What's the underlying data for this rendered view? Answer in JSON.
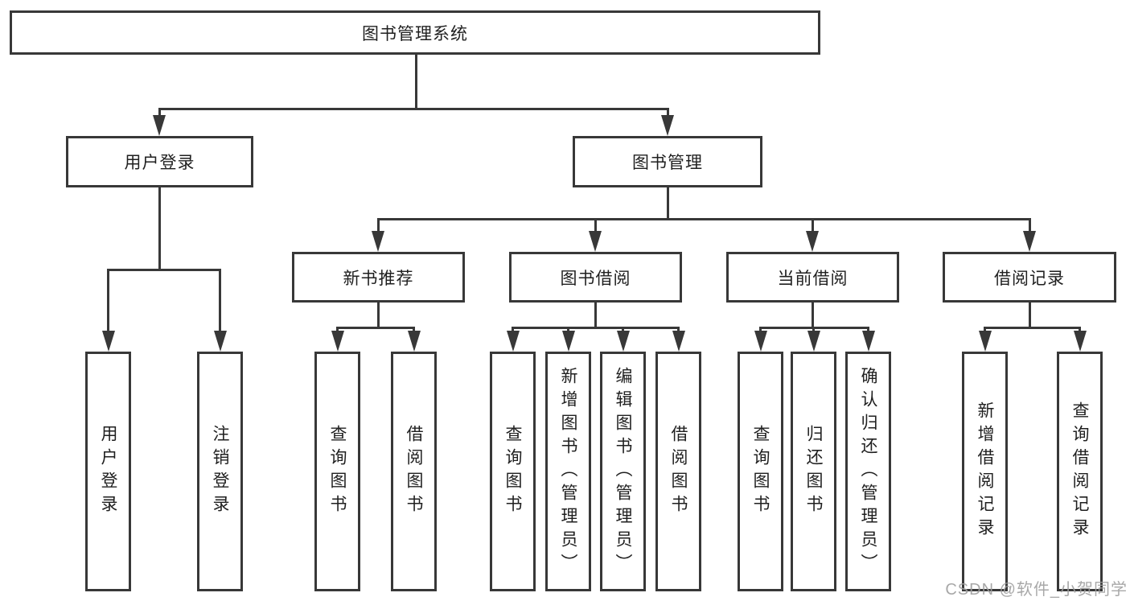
{
  "diagram": {
    "type": "hierarchy",
    "title": "图书管理系统",
    "nodes": [
      {
        "id": "root",
        "label": "图书管理系统",
        "parent": null
      },
      {
        "id": "user-login-module",
        "label": "用户登录",
        "parent": "root"
      },
      {
        "id": "book-mgmt-module",
        "label": "图书管理",
        "parent": "root"
      },
      {
        "id": "leaf-user-login",
        "label": "用户登录",
        "parent": "user-login-module"
      },
      {
        "id": "leaf-logout",
        "label": "注销登录",
        "parent": "user-login-module"
      },
      {
        "id": "new-book-rec",
        "label": "新书推荐",
        "parent": "book-mgmt-module"
      },
      {
        "id": "book-borrow",
        "label": "图书借阅",
        "parent": "book-mgmt-module"
      },
      {
        "id": "current-borrow",
        "label": "当前借阅",
        "parent": "book-mgmt-module"
      },
      {
        "id": "borrow-records",
        "label": "借阅记录",
        "parent": "book-mgmt-module"
      },
      {
        "id": "nbr-query-book",
        "label": "查询图书",
        "parent": "new-book-rec"
      },
      {
        "id": "nbr-borrow-book",
        "label": "借阅图书",
        "parent": "new-book-rec"
      },
      {
        "id": "bb-query-book",
        "label": "查询图书",
        "parent": "book-borrow"
      },
      {
        "id": "bb-add-book",
        "label": "新增图书（管理员）",
        "parent": "book-borrow"
      },
      {
        "id": "bb-edit-book",
        "label": "编辑图书（管理员）",
        "parent": "book-borrow"
      },
      {
        "id": "bb-borrow-book",
        "label": "借阅图书",
        "parent": "book-borrow"
      },
      {
        "id": "cb-query-book",
        "label": "查询图书",
        "parent": "current-borrow"
      },
      {
        "id": "cb-return-book",
        "label": "归还图书",
        "parent": "current-borrow"
      },
      {
        "id": "cb-confirm-return",
        "label": "确认归还（管理员）",
        "parent": "current-borrow"
      },
      {
        "id": "br-add-record",
        "label": "新增借阅记录",
        "parent": "borrow-records"
      },
      {
        "id": "br-query-record",
        "label": "查询借阅记录",
        "parent": "borrow-records"
      }
    ],
    "colors": {
      "background": "#ffffff",
      "line": "#383838",
      "box_border": "#383838",
      "text": "#1f1f1f",
      "watermark": "#9e9e9e"
    }
  },
  "watermark": {
    "text": "CSDN @软件_小贺同学"
  }
}
